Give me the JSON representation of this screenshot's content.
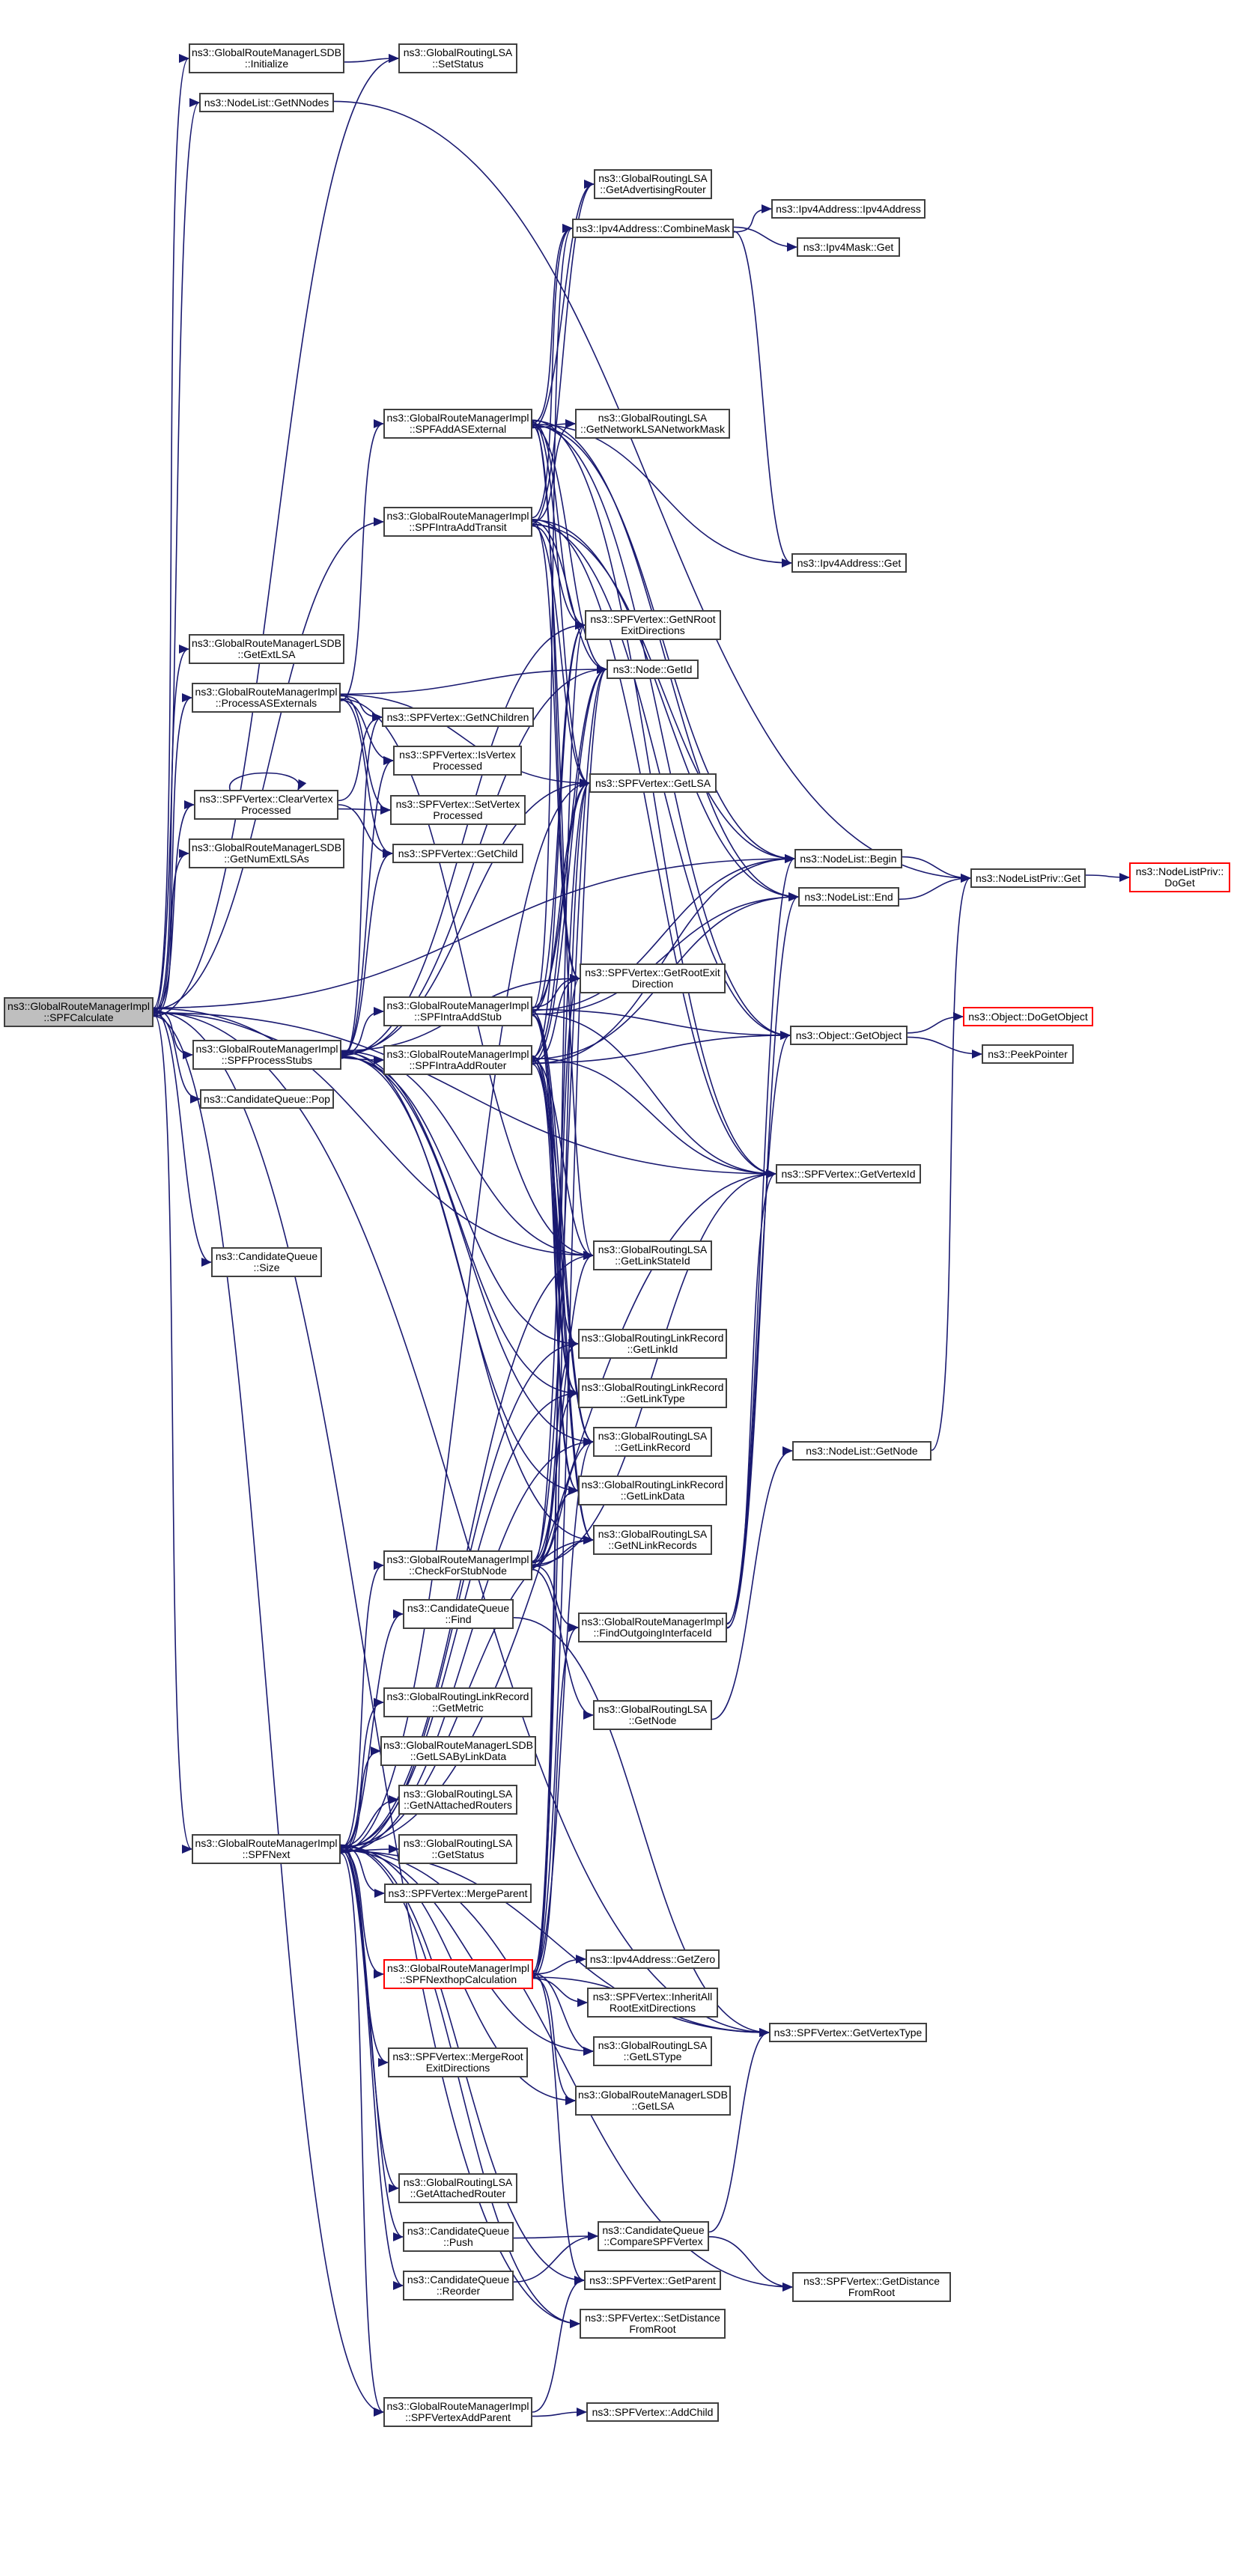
{
  "graph": {
    "edge_color": "#191970",
    "root_fill": "#bfbfbf",
    "truncated_border": "#ff0000",
    "nodes": [
      {
        "lines": [
          "ns3::GlobalRouteManagerImpl",
          "::SPFCalculate"
        ],
        "style": "root"
      },
      {
        "lines": [
          "ns3::GlobalRouteManagerLSDB",
          "::Initialize"
        ]
      },
      {
        "lines": [
          "ns3::NodeList::GetNNodes"
        ]
      },
      {
        "lines": [
          "ns3::GlobalRouteManagerLSDB",
          "::GetExtLSA"
        ]
      },
      {
        "lines": [
          "ns3::GlobalRouteManagerImpl",
          "::ProcessASExternals"
        ]
      },
      {
        "lines": [
          "ns3::SPFVertex::ClearVertex",
          "Processed"
        ]
      },
      {
        "lines": [
          "ns3::GlobalRouteManagerLSDB",
          "::GetNumExtLSAs"
        ]
      },
      {
        "lines": [
          "ns3::GlobalRouteManagerImpl",
          "::SPFProcessStubs"
        ]
      },
      {
        "lines": [
          "ns3::CandidateQueue::Pop"
        ]
      },
      {
        "lines": [
          "ns3::CandidateQueue",
          "::Size"
        ]
      },
      {
        "lines": [
          "ns3::GlobalRouteManagerImpl",
          "::SPFNext"
        ]
      },
      {
        "lines": [
          "ns3::GlobalRoutingLSA",
          "::SetStatus"
        ]
      },
      {
        "lines": [
          "ns3::GlobalRouteManagerImpl",
          "::SPFAddASExternal"
        ]
      },
      {
        "lines": [
          "ns3::GlobalRouteManagerImpl",
          "::SPFIntraAddTransit"
        ]
      },
      {
        "lines": [
          "ns3::SPFVertex::GetNChildren"
        ]
      },
      {
        "lines": [
          "ns3::SPFVertex::IsVertex",
          "Processed"
        ]
      },
      {
        "lines": [
          "ns3::SPFVertex::SetVertex",
          "Processed"
        ]
      },
      {
        "lines": [
          "ns3::SPFVertex::GetChild"
        ]
      },
      {
        "lines": [
          "ns3::GlobalRouteManagerImpl",
          "::SPFIntraAddStub"
        ]
      },
      {
        "lines": [
          "ns3::GlobalRouteManagerImpl",
          "::SPFIntraAddRouter"
        ]
      },
      {
        "lines": [
          "ns3::GlobalRouteManagerImpl",
          "::CheckForStubNode"
        ]
      },
      {
        "lines": [
          "ns3::CandidateQueue",
          "::Find"
        ]
      },
      {
        "lines": [
          "ns3::GlobalRoutingLinkRecord",
          "::GetMetric"
        ]
      },
      {
        "lines": [
          "ns3::GlobalRouteManagerLSDB",
          "::GetLSAByLinkData"
        ]
      },
      {
        "lines": [
          "ns3::GlobalRoutingLSA",
          "::GetNAttachedRouters"
        ]
      },
      {
        "lines": [
          "ns3::GlobalRoutingLSA",
          "::GetStatus"
        ]
      },
      {
        "lines": [
          "ns3::SPFVertex::MergeParent"
        ]
      },
      {
        "lines": [
          "ns3::GlobalRouteManagerImpl",
          "::SPFNexthopCalculation"
        ],
        "style": "truncated"
      },
      {
        "lines": [
          "ns3::SPFVertex::MergeRoot",
          "ExitDirections"
        ]
      },
      {
        "lines": [
          "ns3::GlobalRoutingLSA",
          "::GetAttachedRouter"
        ]
      },
      {
        "lines": [
          "ns3::CandidateQueue",
          "::Push"
        ]
      },
      {
        "lines": [
          "ns3::CandidateQueue",
          "::Reorder"
        ]
      },
      {
        "lines": [
          "ns3::GlobalRouteManagerImpl",
          "::SPFVertexAddParent"
        ]
      },
      {
        "lines": [
          "ns3::GlobalRoutingLSA",
          "::GetAdvertisingRouter"
        ]
      },
      {
        "lines": [
          "ns3::Ipv4Address::CombineMask"
        ]
      },
      {
        "lines": [
          "ns3::GlobalRoutingLSA",
          "::GetNetworkLSANetworkMask"
        ]
      },
      {
        "lines": [
          "ns3::SPFVertex::GetNRoot",
          "ExitDirections"
        ]
      },
      {
        "lines": [
          "ns3::Node::GetId"
        ]
      },
      {
        "lines": [
          "ns3::SPFVertex::GetLSA"
        ]
      },
      {
        "lines": [
          "ns3::SPFVertex::GetRootExit",
          "Direction"
        ]
      },
      {
        "lines": [
          "ns3::GlobalRoutingLSA",
          "::GetLinkStateId"
        ]
      },
      {
        "lines": [
          "ns3::GlobalRoutingLinkRecord",
          "::GetLinkId"
        ]
      },
      {
        "lines": [
          "ns3::GlobalRoutingLinkRecord",
          "::GetLinkType"
        ]
      },
      {
        "lines": [
          "ns3::GlobalRoutingLSA",
          "::GetLinkRecord"
        ]
      },
      {
        "lines": [
          "ns3::GlobalRoutingLinkRecord",
          "::GetLinkData"
        ]
      },
      {
        "lines": [
          "ns3::GlobalRoutingLSA",
          "::GetNLinkRecords"
        ]
      },
      {
        "lines": [
          "ns3::GlobalRouteManagerImpl",
          "::FindOutgoingInterfaceId"
        ]
      },
      {
        "lines": [
          "ns3::GlobalRoutingLSA",
          "::GetNode"
        ]
      },
      {
        "lines": [
          "ns3::Ipv4Address::GetZero"
        ]
      },
      {
        "lines": [
          "ns3::SPFVertex::InheritAll",
          "RootExitDirections"
        ]
      },
      {
        "lines": [
          "ns3::GlobalRoutingLSA",
          "::GetLSType"
        ]
      },
      {
        "lines": [
          "ns3::GlobalRouteManagerLSDB",
          "::GetLSA"
        ]
      },
      {
        "lines": [
          "ns3::CandidateQueue",
          "::CompareSPFVertex"
        ]
      },
      {
        "lines": [
          "ns3::SPFVertex::GetParent"
        ]
      },
      {
        "lines": [
          "ns3::SPFVertex::SetDistance",
          "FromRoot"
        ]
      },
      {
        "lines": [
          "ns3::SPFVertex::AddChild"
        ]
      },
      {
        "lines": [
          "ns3::Ipv4Address::Ipv4Address"
        ]
      },
      {
        "lines": [
          "ns3::Ipv4Mask::Get"
        ]
      },
      {
        "lines": [
          "ns3::Ipv4Address::Get"
        ]
      },
      {
        "lines": [
          "ns3::NodeList::Begin"
        ]
      },
      {
        "lines": [
          "ns3::NodeList::End"
        ]
      },
      {
        "lines": [
          "ns3::Object::GetObject"
        ]
      },
      {
        "lines": [
          "ns3::SPFVertex::GetVertexId"
        ]
      },
      {
        "lines": [
          "ns3::NodeList::GetNode"
        ]
      },
      {
        "lines": [
          "ns3::SPFVertex::GetVertexType"
        ]
      },
      {
        "lines": [
          "ns3::SPFVertex::GetDistance",
          "FromRoot"
        ]
      },
      {
        "lines": [
          "ns3::NodeListPriv::Get"
        ]
      },
      {
        "lines": [
          "ns3::Object::DoGetObject"
        ],
        "style": "truncated"
      },
      {
        "lines": [
          "ns3::PeekPointer"
        ]
      },
      {
        "lines": [
          "ns3::NodeListPriv::",
          "DoGet"
        ],
        "style": "truncated"
      }
    ],
    "edges": [
      [
        0,
        1
      ],
      [
        0,
        2
      ],
      [
        0,
        11
      ],
      [
        0,
        3
      ],
      [
        0,
        4
      ],
      [
        0,
        5
      ],
      [
        0,
        6
      ],
      [
        0,
        7
      ],
      [
        0,
        8
      ],
      [
        0,
        9
      ],
      [
        0,
        10
      ],
      [
        0,
        13
      ],
      [
        0,
        19
      ],
      [
        0,
        40
      ],
      [
        0,
        62
      ],
      [
        0,
        59
      ],
      [
        0,
        64
      ],
      [
        0,
        32
      ],
      [
        0,
        54
      ],
      [
        1,
        11
      ],
      [
        2,
        66
      ],
      [
        4,
        12
      ],
      [
        4,
        14
      ],
      [
        4,
        15
      ],
      [
        4,
        16
      ],
      [
        4,
        17
      ],
      [
        4,
        38
      ],
      [
        4,
        40
      ],
      [
        4,
        37
      ],
      [
        5,
        5
      ],
      [
        5,
        14
      ],
      [
        5,
        17
      ],
      [
        5,
        16
      ],
      [
        7,
        18
      ],
      [
        7,
        14
      ],
      [
        7,
        17
      ],
      [
        7,
        15
      ],
      [
        7,
        38
      ],
      [
        7,
        41
      ],
      [
        7,
        42
      ],
      [
        7,
        43
      ],
      [
        7,
        44
      ],
      [
        7,
        45
      ],
      [
        7,
        40
      ],
      [
        7,
        36
      ],
      [
        7,
        39
      ],
      [
        7,
        37
      ],
      [
        12,
        33
      ],
      [
        12,
        34
      ],
      [
        12,
        35
      ],
      [
        12,
        36
      ],
      [
        12,
        37
      ],
      [
        12,
        38
      ],
      [
        12,
        39
      ],
      [
        12,
        40
      ],
      [
        12,
        59
      ],
      [
        12,
        60
      ],
      [
        12,
        61
      ],
      [
        12,
        62
      ],
      [
        12,
        58
      ],
      [
        13,
        34
      ],
      [
        13,
        35
      ],
      [
        13,
        36
      ],
      [
        13,
        37
      ],
      [
        13,
        38
      ],
      [
        13,
        39
      ],
      [
        13,
        59
      ],
      [
        13,
        60
      ],
      [
        13,
        61
      ],
      [
        13,
        62
      ],
      [
        13,
        33
      ],
      [
        18,
        34
      ],
      [
        18,
        36
      ],
      [
        18,
        37
      ],
      [
        18,
        38
      ],
      [
        18,
        39
      ],
      [
        18,
        43
      ],
      [
        18,
        44
      ],
      [
        18,
        45
      ],
      [
        18,
        42
      ],
      [
        18,
        59
      ],
      [
        18,
        60
      ],
      [
        18,
        61
      ],
      [
        18,
        62
      ],
      [
        19,
        36
      ],
      [
        19,
        37
      ],
      [
        19,
        38
      ],
      [
        19,
        39
      ],
      [
        19,
        41
      ],
      [
        19,
        42
      ],
      [
        19,
        43
      ],
      [
        19,
        44
      ],
      [
        19,
        45
      ],
      [
        19,
        40
      ],
      [
        19,
        59
      ],
      [
        19,
        60
      ],
      [
        19,
        61
      ],
      [
        19,
        62
      ],
      [
        20,
        41
      ],
      [
        20,
        42
      ],
      [
        20,
        43
      ],
      [
        20,
        44
      ],
      [
        20,
        45
      ],
      [
        20,
        40
      ],
      [
        20,
        38
      ],
      [
        20,
        37
      ],
      [
        20,
        46
      ],
      [
        20,
        47
      ],
      [
        20,
        62
      ],
      [
        21,
        64
      ],
      [
        10,
        20
      ],
      [
        10,
        21
      ],
      [
        10,
        22
      ],
      [
        10,
        23
      ],
      [
        10,
        24
      ],
      [
        10,
        25
      ],
      [
        10,
        26
      ],
      [
        10,
        27
      ],
      [
        10,
        28
      ],
      [
        10,
        29
      ],
      [
        10,
        30
      ],
      [
        10,
        31
      ],
      [
        10,
        32
      ],
      [
        10,
        40
      ],
      [
        10,
        41
      ],
      [
        10,
        42
      ],
      [
        10,
        43
      ],
      [
        10,
        45
      ],
      [
        10,
        38
      ],
      [
        10,
        62
      ],
      [
        10,
        64
      ],
      [
        10,
        51
      ],
      [
        10,
        50
      ],
      [
        10,
        54
      ],
      [
        10,
        65
      ],
      [
        10,
        53
      ],
      [
        27,
        48
      ],
      [
        27,
        49
      ],
      [
        27,
        50
      ],
      [
        27,
        51
      ],
      [
        27,
        53
      ],
      [
        27,
        64
      ],
      [
        27,
        43
      ],
      [
        27,
        46
      ],
      [
        27,
        36
      ],
      [
        27,
        37
      ],
      [
        27,
        38
      ],
      [
        27,
        39
      ],
      [
        46,
        59
      ],
      [
        46,
        60
      ],
      [
        46,
        61
      ],
      [
        46,
        62
      ],
      [
        47,
        63
      ],
      [
        63,
        66
      ],
      [
        34,
        56
      ],
      [
        34,
        57
      ],
      [
        34,
        58
      ],
      [
        59,
        66
      ],
      [
        60,
        66
      ],
      [
        61,
        67
      ],
      [
        61,
        68
      ],
      [
        66,
        69
      ],
      [
        30,
        52
      ],
      [
        31,
        52
      ],
      [
        52,
        65
      ],
      [
        52,
        64
      ],
      [
        32,
        53
      ],
      [
        32,
        55
      ]
    ]
  }
}
